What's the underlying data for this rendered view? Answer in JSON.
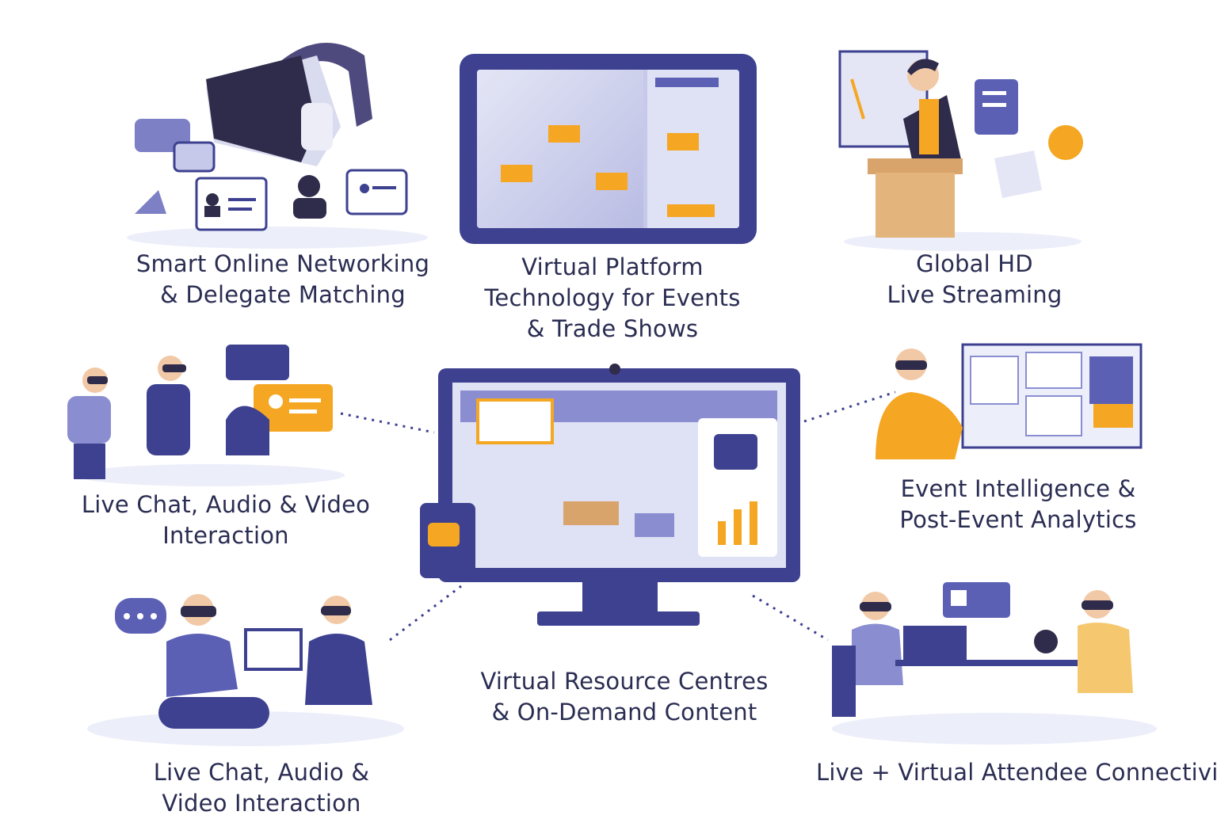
{
  "colors": {
    "navy": "#3d4190",
    "lavender": "#c7c9ea",
    "pale": "#eceefa",
    "orange": "#f5a623",
    "text": "#2a2d52"
  },
  "features": [
    {
      "id": "networking",
      "lines": [
        "Smart Online Networking",
        "& Delegate Matching"
      ],
      "icon": "vr-headset-networking-illustration"
    },
    {
      "id": "platform",
      "lines": [
        "Virtual Platform",
        "Technology for Events",
        "& Trade Shows"
      ],
      "icon": "tablet-virtual-expo-illustration"
    },
    {
      "id": "streaming",
      "lines": [
        "Global HD",
        "Live Streaming"
      ],
      "icon": "presenter-podium-illustration"
    },
    {
      "id": "chat",
      "lines": [
        "Live Chat, Audio & Video",
        "Interaction"
      ],
      "icon": "vr-chat-illustration"
    },
    {
      "id": "analytics",
      "lines": [
        "Event Intelligence &",
        "Post-Event Analytics"
      ],
      "icon": "analytics-dashboard-illustration"
    },
    {
      "id": "resources",
      "lines": [
        "Virtual Resource Centres",
        "& On-Demand Content"
      ],
      "icon": "central-monitor-illustration"
    },
    {
      "id": "chat2",
      "lines": [
        "Live Chat, Audio &",
        "Video Interaction"
      ],
      "icon": "laptop-vr-users-illustration"
    },
    {
      "id": "connectivity",
      "lines": [
        "Live + Virtual Attendee Connectivity"
      ],
      "icon": "hybrid-attendees-illustration"
    }
  ]
}
